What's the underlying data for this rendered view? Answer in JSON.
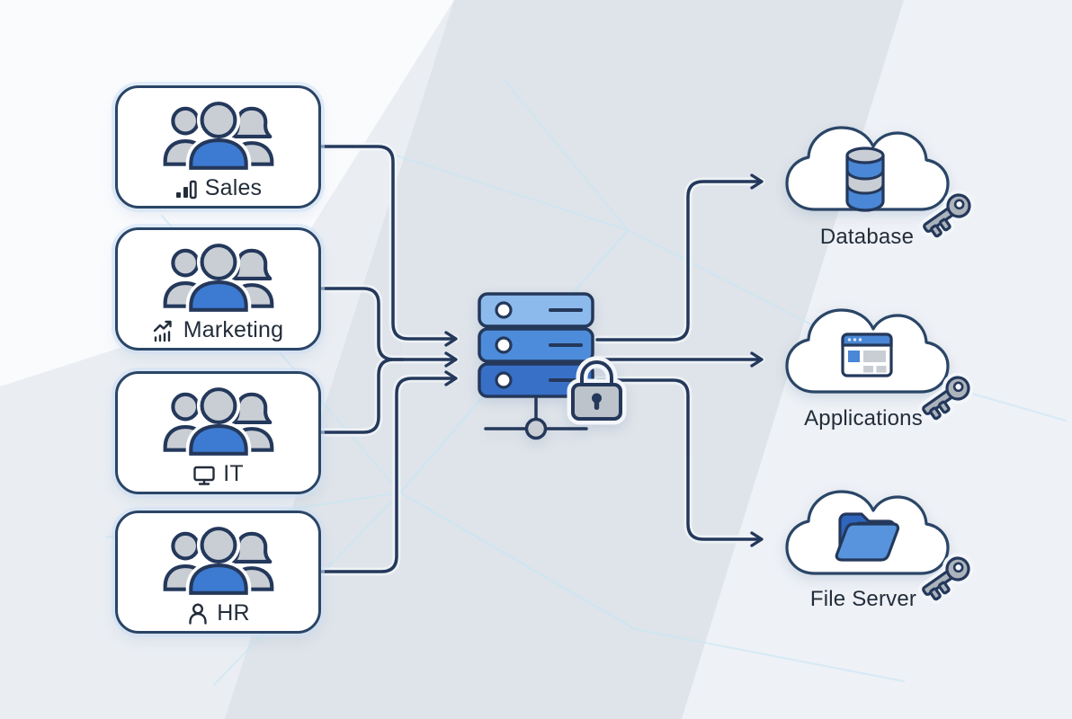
{
  "departments": [
    {
      "label": "Sales",
      "icon": "bar-chart-icon"
    },
    {
      "label": "Marketing",
      "icon": "trend-up-icon"
    },
    {
      "label": "IT",
      "icon": "monitor-icon"
    },
    {
      "label": "HR",
      "icon": "person-icon"
    }
  ],
  "hub": {
    "icons": [
      "server-stack-icon",
      "lock-icon",
      "network-node-icon"
    ]
  },
  "resources": [
    {
      "label": "Database",
      "icon": "database-icon",
      "key_icon": "key-icon"
    },
    {
      "label": "Applications",
      "icon": "app-window-icon",
      "key_icon": "key-icon"
    },
    {
      "label": "File Server",
      "icon": "folder-icon",
      "key_icon": "key-icon"
    }
  ],
  "connections": {
    "inbound": [
      {
        "from": "Sales",
        "to": "secure-server"
      },
      {
        "from": "Marketing",
        "to": "secure-server"
      },
      {
        "from": "IT",
        "to": "secure-server"
      },
      {
        "from": "HR",
        "to": "secure-server"
      }
    ],
    "outbound": [
      {
        "from": "secure-server",
        "to": "Database"
      },
      {
        "from": "secure-server",
        "to": "Applications"
      },
      {
        "from": "secure-server",
        "to": "File Server"
      }
    ]
  },
  "colors": {
    "line_navy": "#24385b",
    "accent_blue": "#3d7bd2",
    "server_top": "#8cbaed",
    "server_middle": "#4d8cda",
    "server_bottom": "#3870c7",
    "gray_fill": "#c9ced5",
    "mesh_cyan": "#c6e6f5",
    "label_text": "#232d3a",
    "background": "#eaeef3"
  }
}
